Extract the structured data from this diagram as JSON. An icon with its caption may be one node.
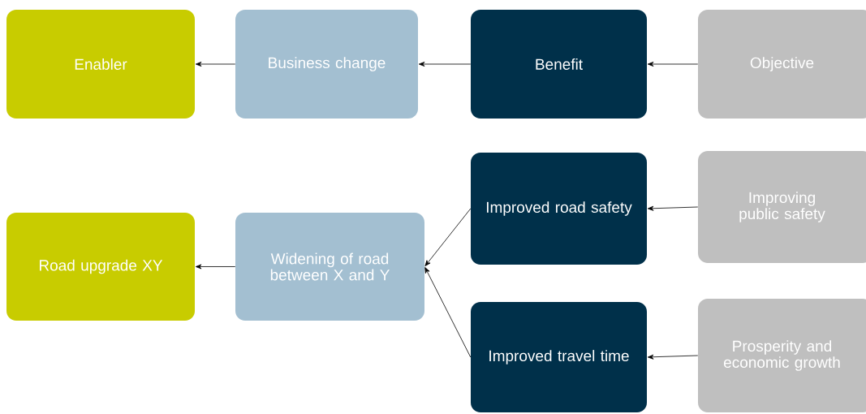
{
  "diagram": {
    "nodes": [
      {
        "text": [
          "Enabler"
        ]
      },
      {
        "text": [
          "Business change"
        ]
      },
      {
        "text": [
          "Benefit"
        ]
      },
      {
        "text": [
          "Objective"
        ]
      },
      {
        "text": [
          "Road upgrade XY"
        ]
      },
      {
        "text": [
          "Widening of road between X and Y"
        ]
      },
      {
        "text": [
          "Improved road safety"
        ]
      },
      {
        "text": [
          "Improving public safety"
        ]
      },
      {
        "text": [
          "Improved travel time"
        ]
      },
      {
        "text": [
          "Prosperity and economic growth"
        ]
      }
    ],
    "edges": [
      {
        "from": 1,
        "to": 0,
        "arrow": "to"
      },
      {
        "from": 2,
        "to": 1,
        "arrow": "to"
      },
      {
        "from": 3,
        "to": 2,
        "arrow": "to"
      },
      {
        "from": 5,
        "to": 4,
        "arrow": "to"
      },
      {
        "from": 6,
        "to": 5,
        "arrow": "to"
      },
      {
        "from": 8,
        "to": 5,
        "arrow": "to"
      },
      {
        "from": 7,
        "to": 6,
        "arrow": "to"
      },
      {
        "from": 9,
        "to": 8,
        "arrow": "to"
      }
    ]
  }
}
